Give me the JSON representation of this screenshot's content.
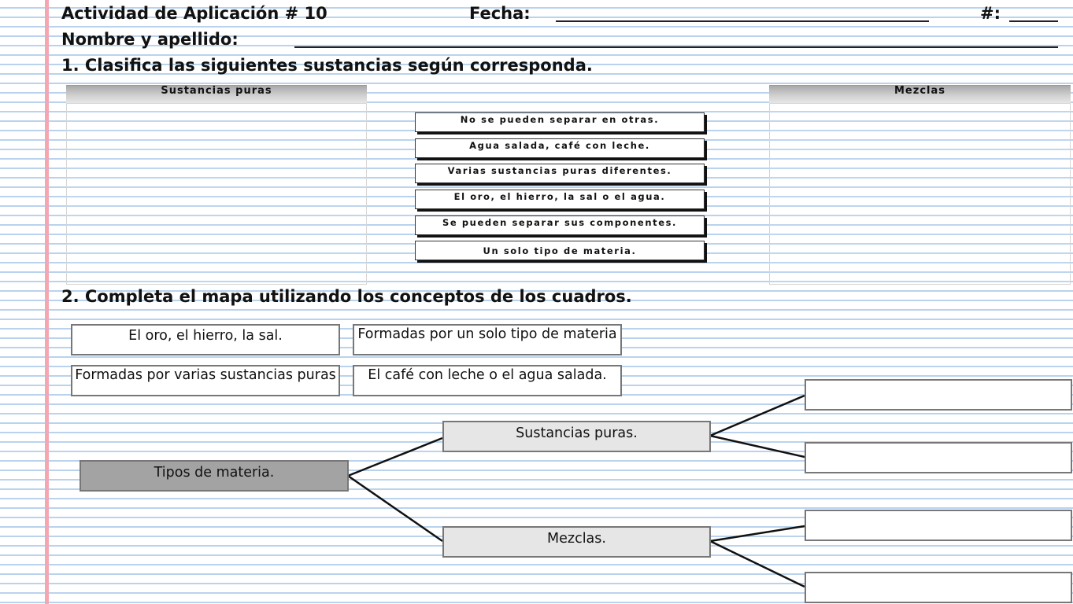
{
  "header": {
    "activity": "Actividad de Aplicación # 10",
    "date_label": "Fecha:",
    "number_label": "#:",
    "name_label": "Nombre y apellido:"
  },
  "section1": {
    "instruction": "1. Clasifica las siguientes sustancias según corresponda.",
    "col_left": "Sustancias puras",
    "col_right": "Mezclas",
    "clues": [
      "No se pueden separar en otras.",
      "Agua salada, café con leche.",
      "Varias sustancias puras diferentes.",
      "El oro, el hierro, la sal o el agua.",
      "Se pueden separar sus componentes.",
      "Un solo tipo de materia."
    ]
  },
  "section2": {
    "instruction": "2. Completa el mapa utilizando los conceptos de los cuadros.",
    "concepts": [
      "El oro, el hierro, la sal.",
      "Formadas por un solo tipo de materia",
      "Formadas por varias sustancias puras",
      "El café con leche o el agua salada."
    ],
    "map": {
      "root": "Tipos de materia.",
      "branch_pure": "Sustancias puras.",
      "branch_mix": "Mezclas."
    }
  }
}
